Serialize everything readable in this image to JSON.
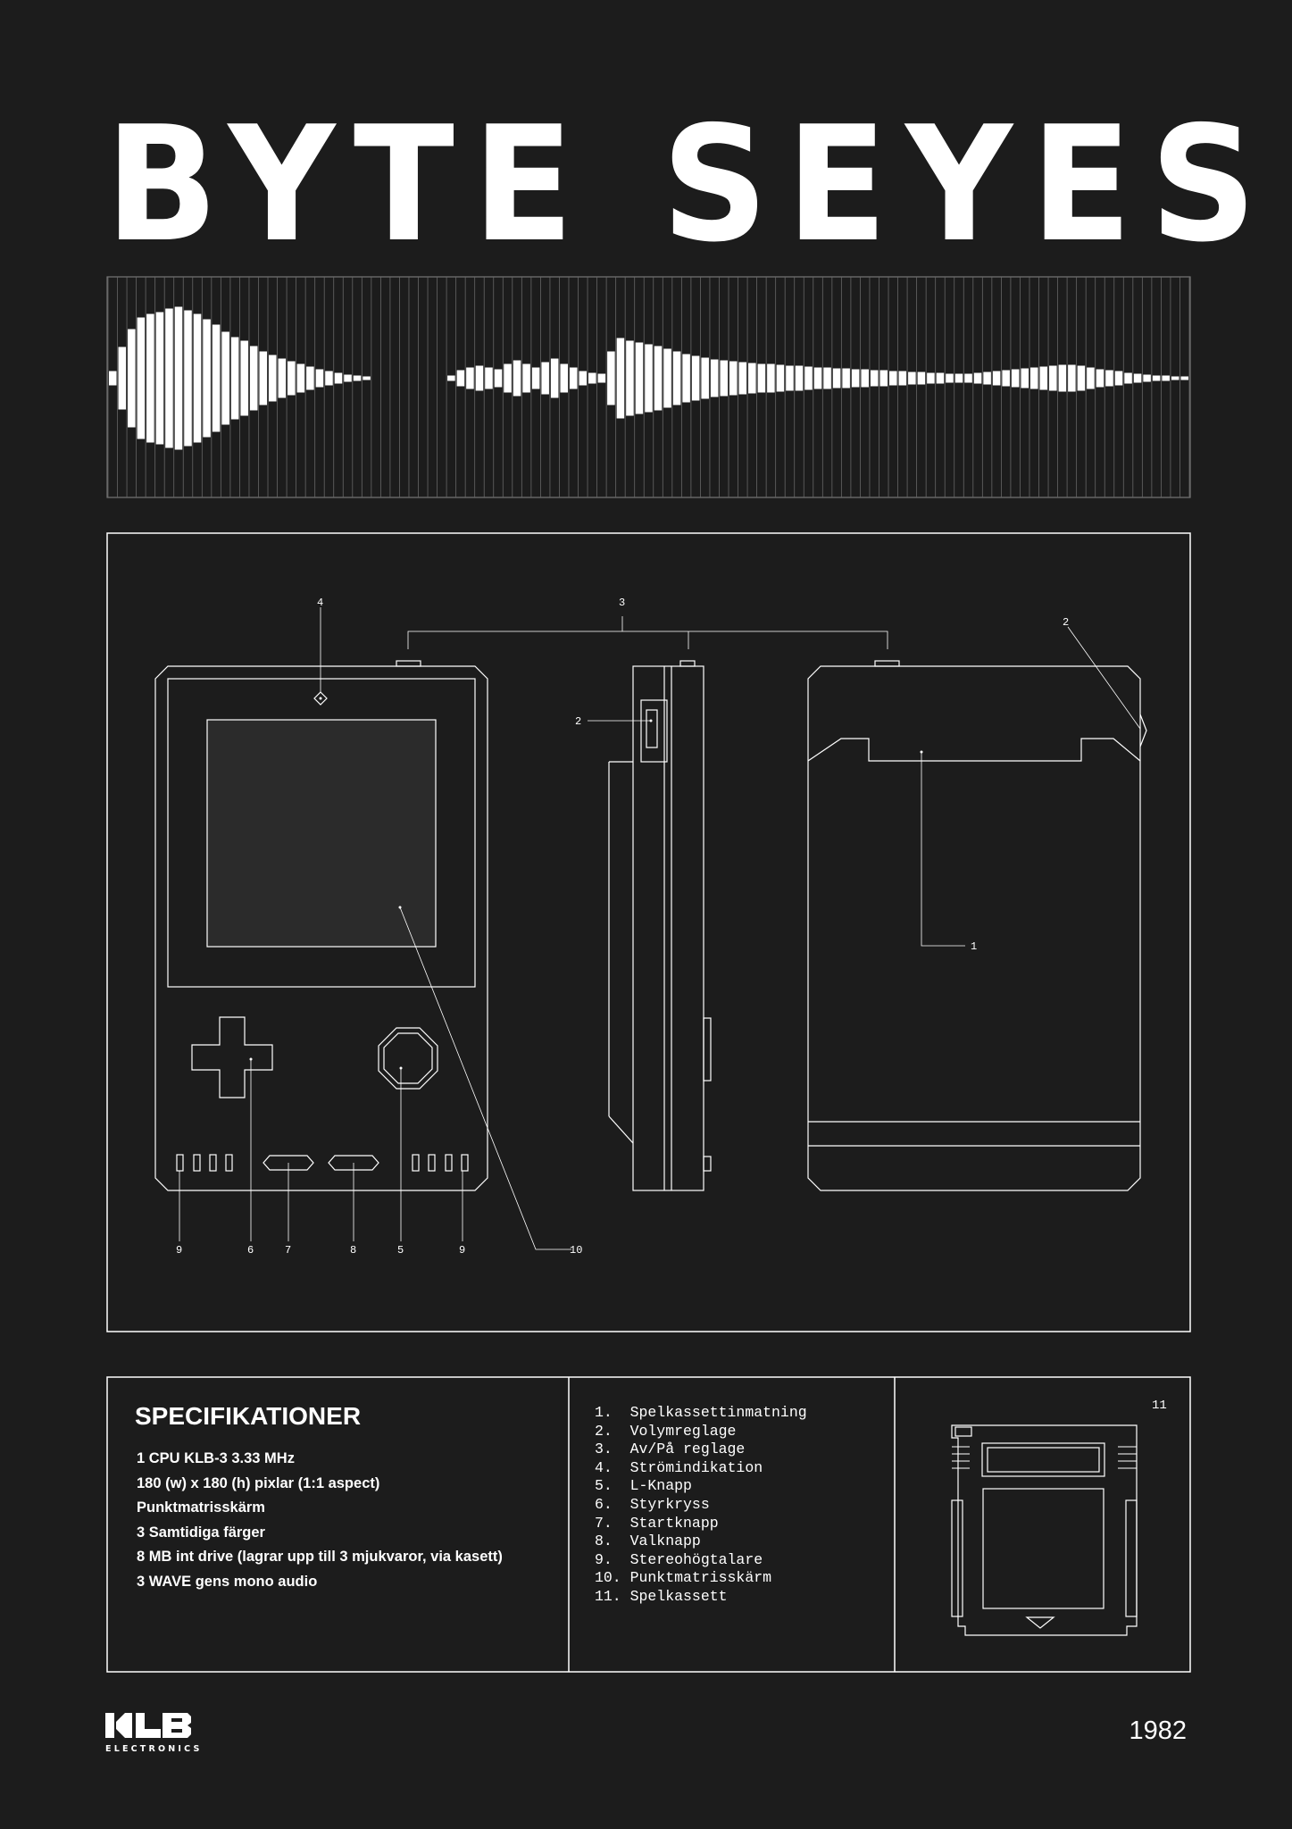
{
  "title": "BYTE SEYES",
  "waveform": {
    "amplitudes": [
      0.08,
      0.35,
      0.55,
      0.68,
      0.72,
      0.74,
      0.78,
      0.8,
      0.76,
      0.72,
      0.66,
      0.6,
      0.52,
      0.46,
      0.42,
      0.36,
      0.3,
      0.26,
      0.22,
      0.19,
      0.16,
      0.13,
      0.1,
      0.08,
      0.06,
      0.04,
      0.03,
      0.02,
      0,
      0,
      0,
      0,
      0,
      0,
      0,
      0,
      0.03,
      0.09,
      0.12,
      0.14,
      0.12,
      0.1,
      0.16,
      0.2,
      0.16,
      0.12,
      0.18,
      0.22,
      0.16,
      0.12,
      0.08,
      0.06,
      0.05,
      0.3,
      0.45,
      0.42,
      0.4,
      0.38,
      0.36,
      0.33,
      0.3,
      0.27,
      0.25,
      0.23,
      0.21,
      0.2,
      0.19,
      0.18,
      0.17,
      0.16,
      0.16,
      0.15,
      0.14,
      0.14,
      0.13,
      0.12,
      0.12,
      0.11,
      0.11,
      0.1,
      0.1,
      0.09,
      0.09,
      0.08,
      0.08,
      0.07,
      0.07,
      0.06,
      0.06,
      0.05,
      0.05,
      0.05,
      0.06,
      0.07,
      0.08,
      0.09,
      0.1,
      0.11,
      0.12,
      0.13,
      0.14,
      0.15,
      0.15,
      0.14,
      0.12,
      0.1,
      0.09,
      0.08,
      0.06,
      0.05,
      0.04,
      0.03,
      0.03,
      0.02,
      0.02
    ]
  },
  "diagram": {
    "labels": {
      "l1": "1",
      "l2a": "2",
      "l2b": "2",
      "l3": "3",
      "l4": "4",
      "l5": "5",
      "l6": "6",
      "l7": "7",
      "l8": "8",
      "l9a": "9",
      "l9b": "9",
      "l10": "10"
    }
  },
  "specs": {
    "heading": "SPECIFIKATIONER",
    "items": [
      "1 CPU KLB-3 3.33 MHz",
      "180 (w) x 180 (h) pixlar (1:1 aspect)",
      "Punktmatrisskärm",
      "3 Samtidiga färger",
      "8 MB int drive (lagrar upp till 3 mjukvaror, via kasett)",
      "3 WAVE gens mono audio"
    ]
  },
  "parts": [
    "1.  Spelkassettinmatning",
    "2.  Volymreglage",
    "3.  Av/På reglage",
    "4.  Strömindikation",
    "5.  L-Knapp",
    "6.  Styrkryss",
    "7.  Startknapp",
    "8.  Valknapp",
    "9.  Stereohögtalare",
    "10. Punktmatrisskärm",
    "11. Spelkassett"
  ],
  "cartridge_label": "11",
  "footer": {
    "logo": "KLB",
    "logo_sub": "ELECTRONICS",
    "year": "1982"
  },
  "colors": {
    "background": "#1c1c1c",
    "line": "#ffffff",
    "screen": "#2b2b2b"
  }
}
